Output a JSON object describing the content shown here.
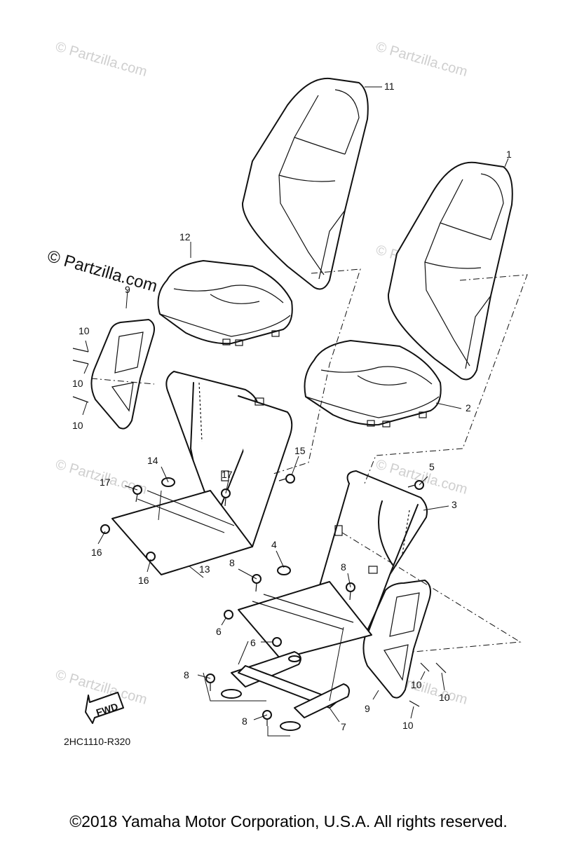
{
  "watermark": "© Partzilla.com",
  "diagram_code": "2HC1110-R320",
  "fwd_label": "FWD",
  "copyright": "©2018 Yamaha Motor Corporation, U.S.A. All rights reserved.",
  "callouts": {
    "c1": "1",
    "c2": "2",
    "c3": "3",
    "c4": "4",
    "c5": "5",
    "c6a": "6",
    "c6b": "6",
    "c7": "7",
    "c8a": "8",
    "c8b": "8",
    "c8c": "8",
    "c8d": "8",
    "c9a": "9",
    "c9b": "9",
    "c10a": "10",
    "c10b": "10",
    "c10c": "10",
    "c10d": "10",
    "c10e": "10",
    "c10f": "10",
    "c11": "11",
    "c12": "12",
    "c13": "13",
    "c14": "14",
    "c15": "15",
    "c16a": "16",
    "c16b": "16",
    "c17a": "17",
    "c17b": "17"
  }
}
